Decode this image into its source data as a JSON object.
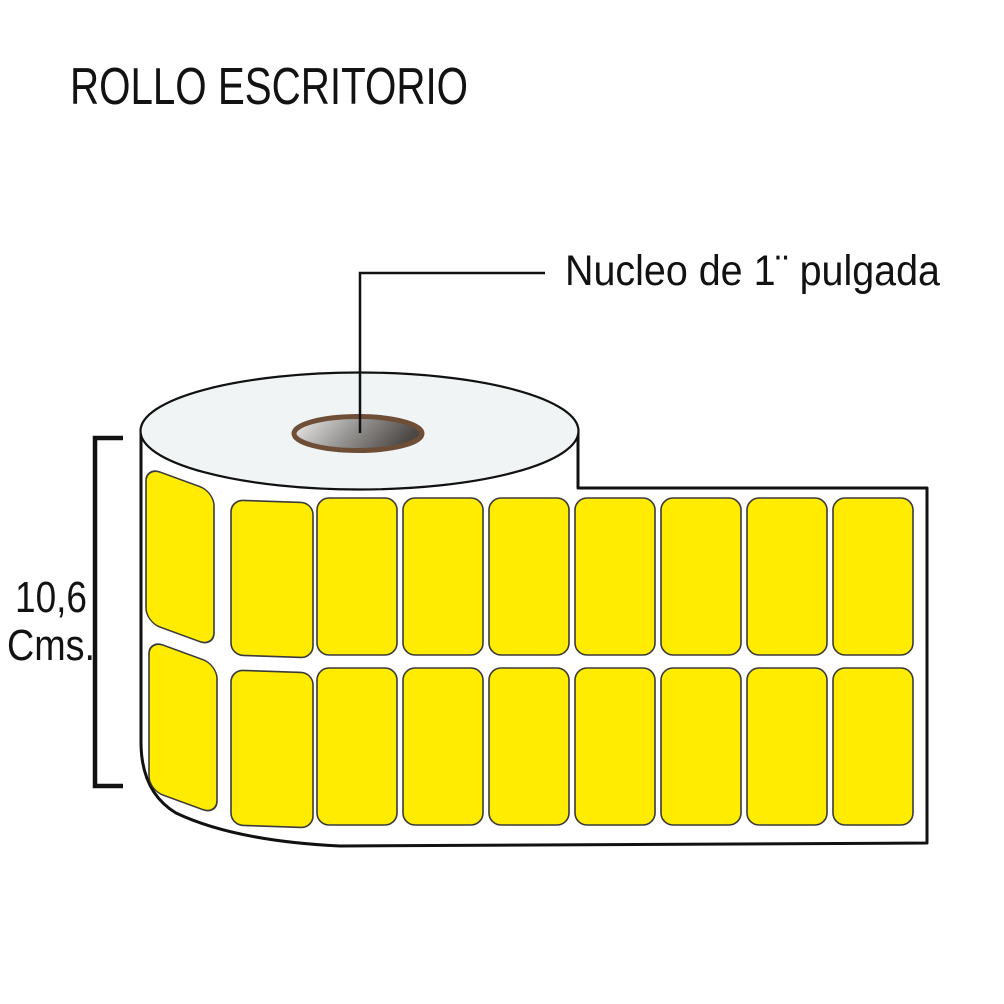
{
  "title": "ROLLO ESCRITORIO",
  "callout": {
    "core_label": "Nucleo de 1¨ pulgada"
  },
  "dimension": {
    "value": "10,6",
    "unit": "Cms."
  },
  "roll": {
    "rows": 2,
    "labels_per_row": 9,
    "colors": {
      "label_fill": "#FFEC00",
      "label_outline": "#3A3A3A",
      "top_face": "#F0F4F5",
      "core_ring": "#6F4E37",
      "core_gradient_light": "#F0F0EF",
      "core_gradient_mid": "#9A9896",
      "core_gradient_dark": "#4B4744",
      "outline": "#111111",
      "paper": "#FFFFFF"
    }
  }
}
